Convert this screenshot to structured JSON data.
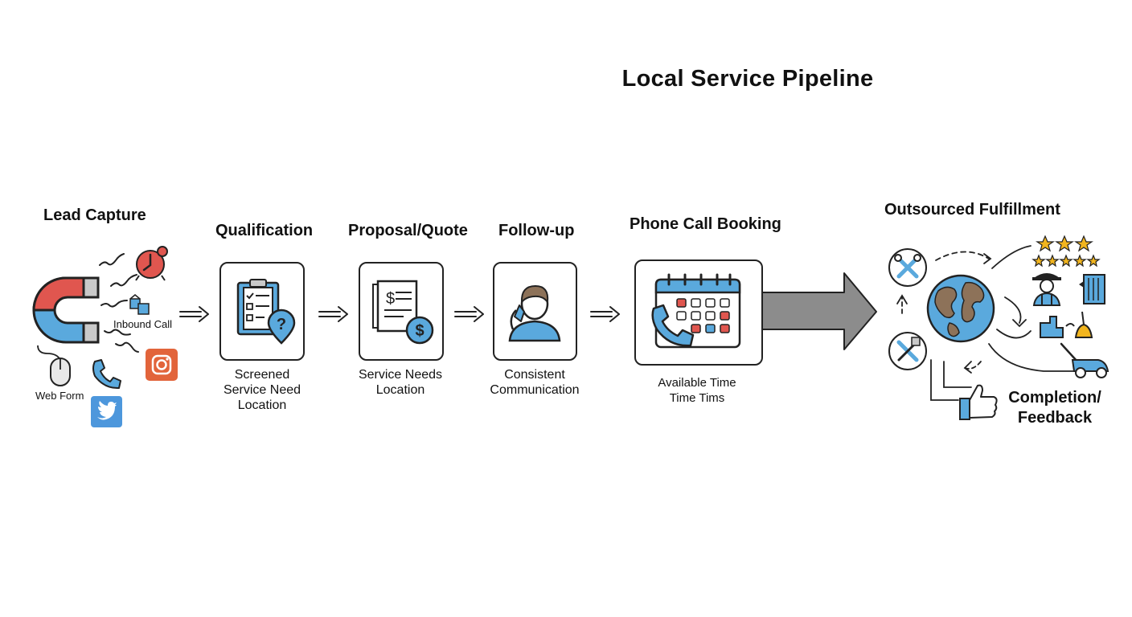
{
  "title": "Local Service Pipeline",
  "stages": {
    "lead_capture": {
      "label": "Lead Capture",
      "inbound_call": "Inbound Call",
      "web_form": "Web Form"
    },
    "qualification": {
      "label": "Qualification",
      "caption": [
        "Screened",
        "Service Need",
        "Location"
      ]
    },
    "proposal": {
      "label": "Proposal/Quote",
      "caption": [
        "Service Needs",
        "Location"
      ]
    },
    "follow_up": {
      "label": "Follow-up",
      "caption": [
        "Consistent",
        "Communication"
      ]
    },
    "phone_booking": {
      "label": "Phone Call Booking",
      "caption": [
        "Available Time",
        "Time Tims"
      ]
    },
    "fulfillment": {
      "label": "Outsourced Fulfillment",
      "completion": [
        "Completion/",
        "Feedback"
      ]
    }
  },
  "colors": {
    "accent_blue": "#5aa9dd",
    "accent_red": "#e0564f",
    "instagram": "#e2643b",
    "twitter": "#4d97dc",
    "big_arrow": "#8c8c8c",
    "star": "#f2b51e",
    "globe_land": "#8d7259"
  },
  "icons": [
    "magnet-icon",
    "alarm-clock-icon",
    "boxes-icon",
    "instagram-icon",
    "mouse-icon",
    "phone-icon",
    "twitter-icon",
    "clipboard-icon",
    "location-pin-icon",
    "quote-document-icon",
    "dollar-coin-icon",
    "person-on-phone-icon",
    "calendar-icon",
    "phone-handset-icon",
    "globe-icon",
    "tools-icon",
    "stars-icon",
    "worker-icon",
    "thumbs-up-icon",
    "lawn-mower-icon"
  ]
}
